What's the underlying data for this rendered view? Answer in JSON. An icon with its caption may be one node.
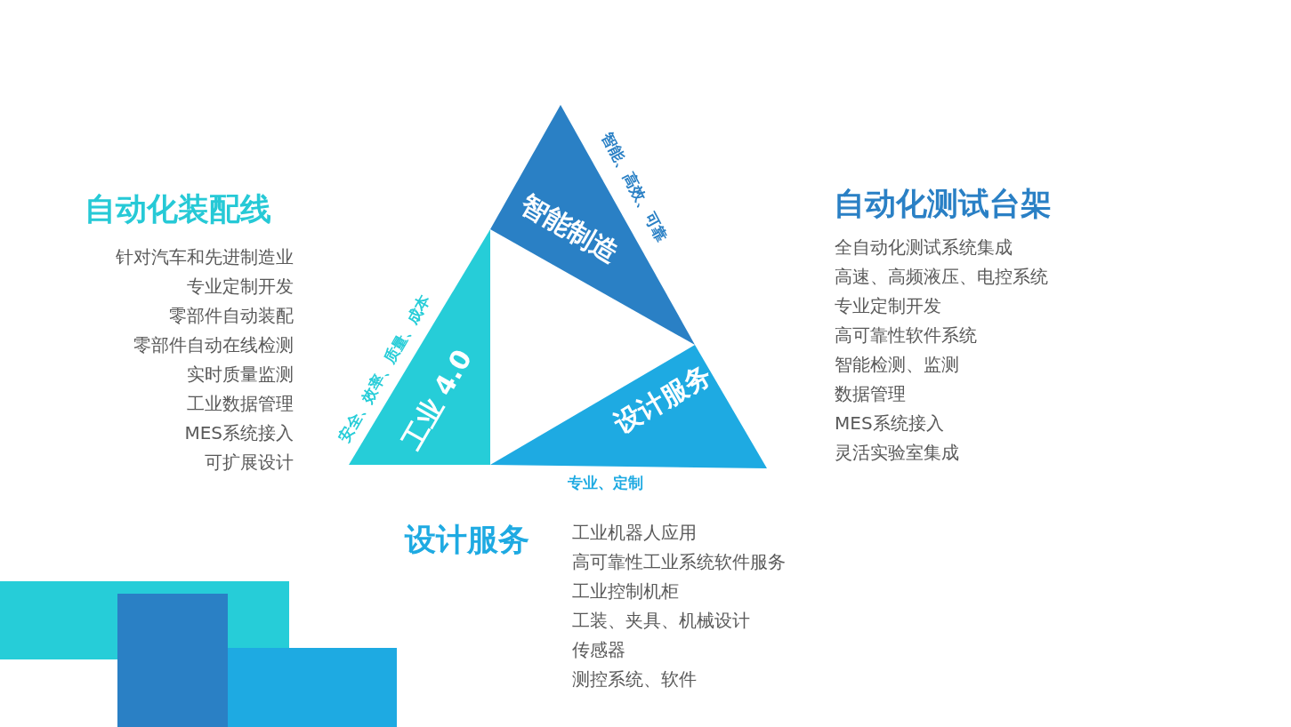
{
  "diagram": {
    "nodes": [
      {
        "text": [
          "自动化装配线",
          "针对汽车和先进制造业",
          "专业定制开发",
          "零部件自动装配",
          "零部件自动在线检测",
          "实时质量监测",
          "工业数据管理",
          "MES系统接入",
          "可扩展设计"
        ]
      },
      {
        "text": [
          "智能制造"
        ],
        "beside": [
          "智能、高效、可靠"
        ]
      },
      {
        "text": [
          "自动化测试台架",
          "全自动化测试系统集成",
          "高速、高频液压、电控系统",
          "专业定制开发",
          "高可靠性软件系统",
          "智能检测、监测",
          "数据管理",
          "MES系统接入",
          "灵活实验室集成"
        ]
      },
      {
        "text": [
          "工业 4.0"
        ],
        "beside": [
          "安全、效率、质量、成本"
        ]
      },
      {
        "text": [
          "设计服务"
        ],
        "beside": [
          "专业、定制"
        ]
      },
      {
        "text": [
          "设计服务",
          "工业机器人应用",
          "高可靠性工业系统软件服务",
          "工业控制机柜",
          "工装、夹具、机械设计",
          "传感器",
          "测控系统、软件"
        ]
      }
    ]
  }
}
